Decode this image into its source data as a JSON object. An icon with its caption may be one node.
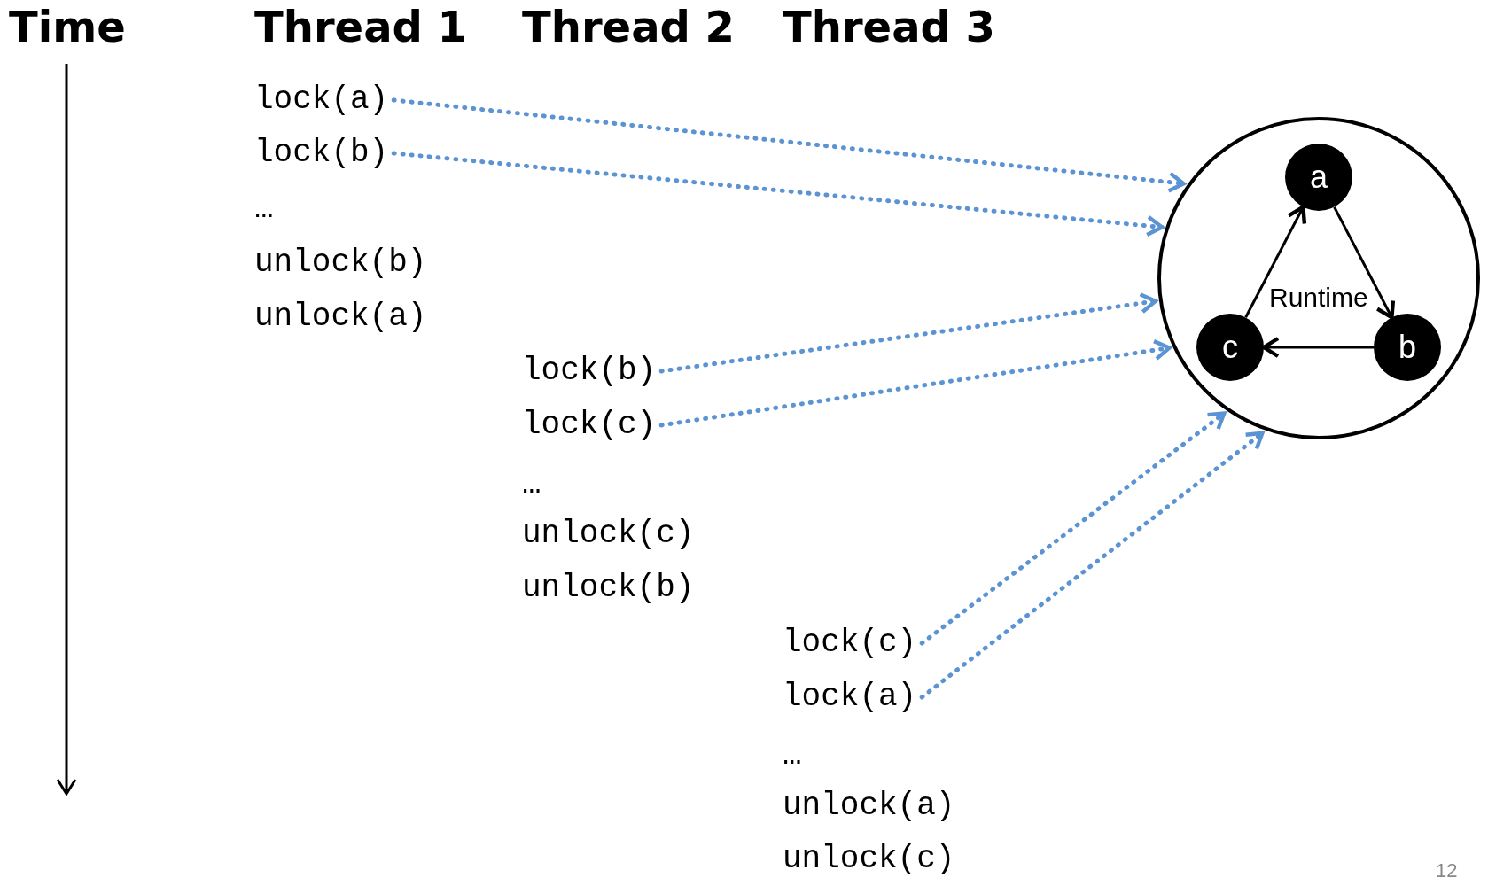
{
  "diagram": {
    "nodes": [
      {
        "text": [
          "lock(a)"
        ]
      },
      {
        "text": [
          "lock(b)"
        ]
      },
      {
        "text": [
          "Runtime"
        ]
      },
      {
        "text": [
          "a"
        ],
        "in": 2
      },
      {
        "text": [
          "b"
        ],
        "in": 2
      },
      {
        "text": [
          "c"
        ],
        "in": 2
      },
      {
        "text": [
          "lock(b)"
        ]
      },
      {
        "text": [
          "lock(c)"
        ]
      },
      {
        "text": [
          "lock(c)"
        ]
      },
      {
        "text": [
          "lock(a)"
        ]
      }
    ],
    "edges": [
      {
        "from": 0,
        "to": 2,
        "arrow": "to",
        "style": "dashed",
        "color": "#5b93d3"
      },
      {
        "from": 1,
        "to": 2,
        "arrow": "to",
        "style": "dashed",
        "color": "#5b93d3"
      },
      {
        "from": 6,
        "to": 2,
        "arrow": "to",
        "style": "dashed",
        "color": "#5b93d3"
      },
      {
        "from": 7,
        "to": 2,
        "arrow": "to",
        "style": "dashed",
        "color": "#5b93d3"
      },
      {
        "from": 8,
        "to": 2,
        "arrow": "to",
        "style": "dashed",
        "color": "#5b93d3"
      },
      {
        "from": 9,
        "to": 2,
        "arrow": "to",
        "style": "dashed",
        "color": "#5b93d3"
      },
      {
        "from": 3,
        "to": 4,
        "arrow": "to",
        "color": "#000000"
      },
      {
        "from": 4,
        "to": 5,
        "arrow": "to",
        "color": "#000000"
      },
      {
        "from": 5,
        "to": 3,
        "arrow": "to",
        "color": "#000000"
      }
    ],
    "labels": [
      "Time",
      "Thread 1",
      "Thread 2",
      "Thread 3",
      "…",
      "unlock(b)",
      "unlock(a)",
      "…",
      "unlock(c)",
      "unlock(b)",
      "…",
      "unlock(a)",
      "unlock(c)",
      "12"
    ]
  }
}
